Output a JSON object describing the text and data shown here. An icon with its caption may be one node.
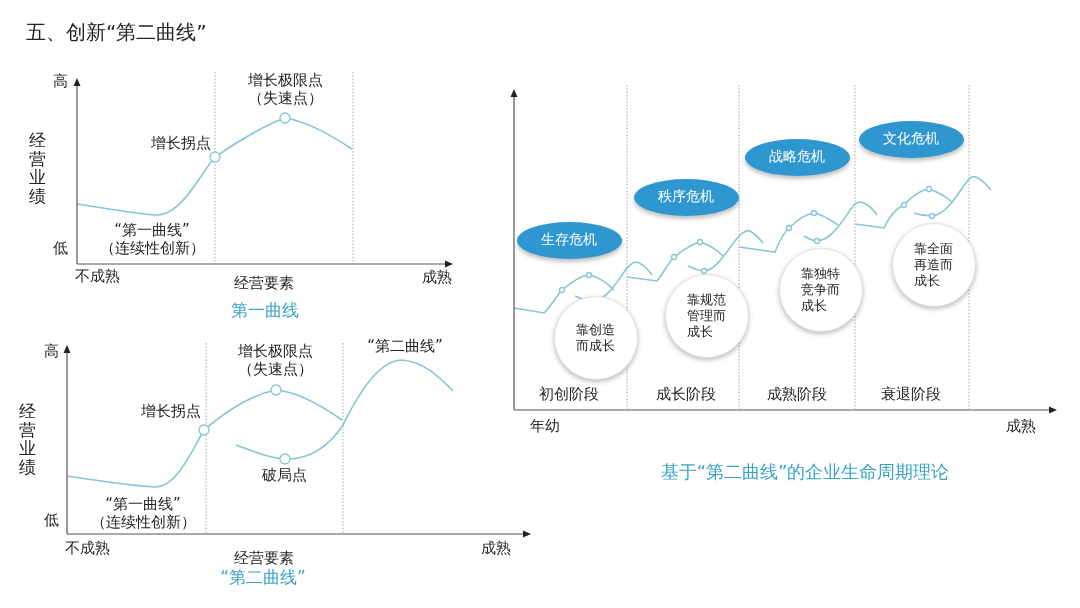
{
  "diagram": {
    "title": "五、创新“第二曲线”",
    "nodes": [
      {
        "text": [
          "生存危机"
        ]
      },
      {
        "text": [
          "靠创造而成长"
        ]
      },
      {
        "text": [
          "秩序危机"
        ]
      },
      {
        "text": [
          "靠规范管理而成长"
        ]
      },
      {
        "text": [
          "战略危机"
        ]
      },
      {
        "text": [
          "靠独特竞争而成长"
        ]
      },
      {
        "text": [
          "文化危机"
        ]
      },
      {
        "text": [
          "靠全面再造而成长"
        ]
      }
    ],
    "labels": [
      "高",
      "增长极限点（失速点）",
      "增长拐点",
      "经营业绩",
      "“第一曲线”（连续性创新）",
      "低",
      "不成熟",
      "经营要素",
      "成熟",
      "第一曲线",
      "高",
      "增长极限点（失速点）",
      "“第二曲线”",
      "增长拐点",
      "经营业绩",
      "破局点",
      "“第一曲线”（连续性创新）",
      "低",
      "不成熟",
      "经营要素",
      "成熟",
      "“第二曲线”",
      "初创阶段",
      "成长阶段",
      "成熟阶段",
      "衰退阶段",
      "年幼",
      "成熟",
      "基于“第二曲线”的企业生命周期理论"
    ]
  }
}
